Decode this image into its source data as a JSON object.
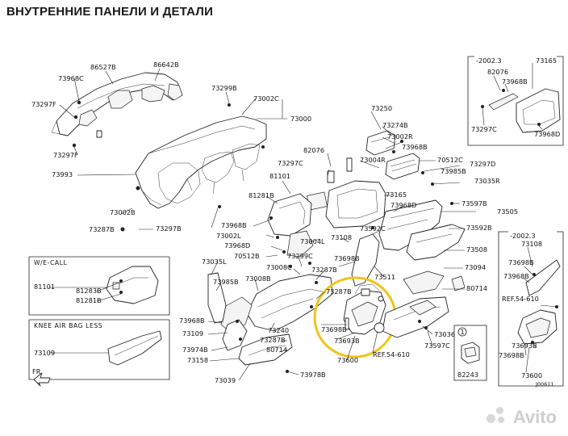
{
  "header": {
    "title": "ВНУТРЕННИЕ ПАНЕЛИ И ДЕТАЛИ"
  },
  "diagram_code": "J00611",
  "watermark": "Avito",
  "colors": {
    "highlight": "#f0c419",
    "line": "#222222",
    "background": "#ffffff"
  },
  "insets": {
    "top_right": {
      "label": "-2002.3"
    },
    "we_call": {
      "label": "W/E-CALL"
    },
    "knee_airbag": {
      "label": "KNEE AIR BAG LESS"
    },
    "bottom_right": {
      "label": "-2002.3"
    },
    "part_82243": {
      "index": "1"
    }
  },
  "front_arrow": "FR",
  "part_numbers": [
    {
      "id": "p0",
      "text": "86527B"
    },
    {
      "id": "p1",
      "text": "86642B"
    },
    {
      "id": "p2",
      "text": "73968C"
    },
    {
      "id": "p3",
      "text": "73297F"
    },
    {
      "id": "p4",
      "text": "73297F"
    },
    {
      "id": "p5",
      "text": "73993"
    },
    {
      "id": "p6",
      "text": "73299B"
    },
    {
      "id": "p7",
      "text": "73002C"
    },
    {
      "id": "p8",
      "text": "73000"
    },
    {
      "id": "p9",
      "text": "73250"
    },
    {
      "id": "p10",
      "text": "73274B"
    },
    {
      "id": "p11",
      "text": "73002R"
    },
    {
      "id": "p12",
      "text": "73968B"
    },
    {
      "id": "p13",
      "text": "73004R"
    },
    {
      "id": "p14",
      "text": "70512C"
    },
    {
      "id": "p15",
      "text": "73297D"
    },
    {
      "id": "p16",
      "text": "73985B"
    },
    {
      "id": "p17",
      "text": "73035R"
    },
    {
      "id": "p18",
      "text": "82076"
    },
    {
      "id": "p19",
      "text": "73297C"
    },
    {
      "id": "p20",
      "text": "81101"
    },
    {
      "id": "p21",
      "text": "81281B"
    },
    {
      "id": "p22",
      "text": "73165"
    },
    {
      "id": "p23",
      "text": "73597B"
    },
    {
      "id": "p24",
      "text": "73505"
    },
    {
      "id": "p25",
      "text": "73968D"
    },
    {
      "id": "p26",
      "text": "73002B"
    },
    {
      "id": "p27",
      "text": "73297B"
    },
    {
      "id": "p28",
      "text": "73287B"
    },
    {
      "id": "p29",
      "text": "73968B"
    },
    {
      "id": "p30",
      "text": "73002L"
    },
    {
      "id": "p31",
      "text": "73968D"
    },
    {
      "id": "p32",
      "text": "70512B"
    },
    {
      "id": "p33",
      "text": "73004L"
    },
    {
      "id": "p34",
      "text": "73592C"
    },
    {
      "id": "p35",
      "text": "73108"
    },
    {
      "id": "p36",
      "text": "73592B"
    },
    {
      "id": "p37",
      "text": "73508"
    },
    {
      "id": "p38",
      "text": "73035L"
    },
    {
      "id": "p39",
      "text": "73299C"
    },
    {
      "id": "p40",
      "text": "73008C"
    },
    {
      "id": "p41",
      "text": "73698B"
    },
    {
      "id": "p42",
      "text": "73094"
    },
    {
      "id": "p43",
      "text": "73985B"
    },
    {
      "id": "p44",
      "text": "73008B"
    },
    {
      "id": "p45",
      "text": "73287B"
    },
    {
      "id": "p46",
      "text": "73511"
    },
    {
      "id": "p47",
      "text": "80714"
    },
    {
      "id": "p48",
      "text": "73287B"
    },
    {
      "id": "p49",
      "text": "73968B"
    },
    {
      "id": "p50",
      "text": "73109"
    },
    {
      "id": "p51",
      "text": "73240"
    },
    {
      "id": "p52",
      "text": "73287B"
    },
    {
      "id": "p53",
      "text": "73698B"
    },
    {
      "id": "p54",
      "text": "73036"
    },
    {
      "id": "p55",
      "text": "73974B"
    },
    {
      "id": "p56",
      "text": "80714"
    },
    {
      "id": "p57",
      "text": "73693B"
    },
    {
      "id": "p58",
      "text": "73597C"
    },
    {
      "id": "p59",
      "text": "73158"
    },
    {
      "id": "p60",
      "text": "REF.54-610"
    },
    {
      "id": "p61",
      "text": "73600"
    },
    {
      "id": "p62",
      "text": "73978B"
    },
    {
      "id": "p63",
      "text": "73039"
    },
    {
      "id": "p64",
      "text": "81101"
    },
    {
      "id": "p65",
      "text": "81283B"
    },
    {
      "id": "p66",
      "text": "81281B"
    },
    {
      "id": "p67",
      "text": "73109"
    },
    {
      "id": "p68",
      "text": "73165"
    },
    {
      "id": "p69",
      "text": "82076"
    },
    {
      "id": "p70",
      "text": "73968B"
    },
    {
      "id": "p71",
      "text": "73297C"
    },
    {
      "id": "p72",
      "text": "73968D"
    },
    {
      "id": "p73",
      "text": "73108"
    },
    {
      "id": "p74",
      "text": "73698B"
    },
    {
      "id": "p75",
      "text": "73968B"
    },
    {
      "id": "p76",
      "text": "REF.54-610"
    },
    {
      "id": "p77",
      "text": "73693B"
    },
    {
      "id": "p78",
      "text": "73698B"
    },
    {
      "id": "p79",
      "text": "73600"
    },
    {
      "id": "p80",
      "text": "82243"
    }
  ]
}
